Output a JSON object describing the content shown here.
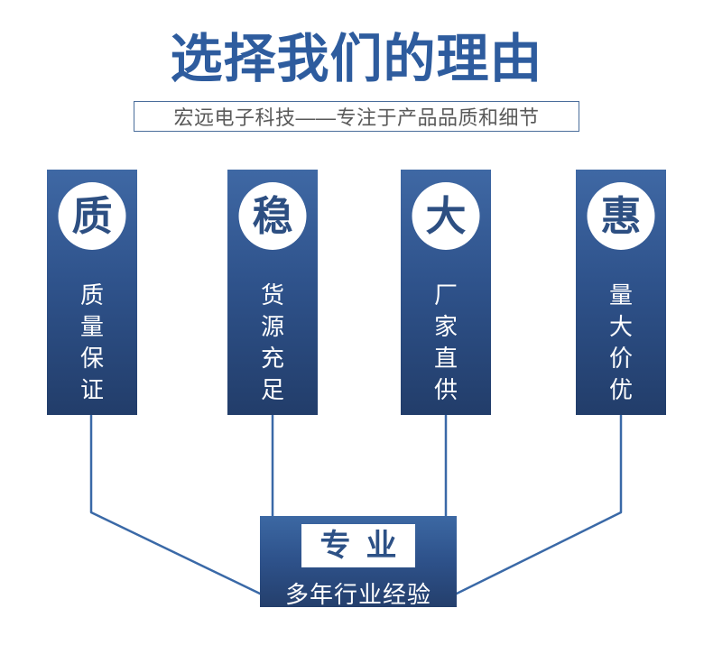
{
  "header": {
    "title": "选择我们的理由",
    "subtitle": "宏远电子科技——专注于产品品质和细节"
  },
  "pillars": [
    {
      "badge": "质",
      "label": "质量保证"
    },
    {
      "badge": "稳",
      "label": "货源充足"
    },
    {
      "badge": "大",
      "label": "厂家直供"
    },
    {
      "badge": "惠",
      "label": "量大价优"
    }
  ],
  "summary": {
    "badge": "专业",
    "label": "多年行业经验"
  },
  "colors": {
    "title_blue": "#2e5c9e",
    "banner_gradient_top": "#3f68a4",
    "banner_gradient_bottom": "#223d6a",
    "badge_text_blue": "#2d4f82",
    "connector_line": "#3a69a7",
    "subtitle_text_gray": "#595959",
    "subtitle_border": "#4a6d9b"
  }
}
